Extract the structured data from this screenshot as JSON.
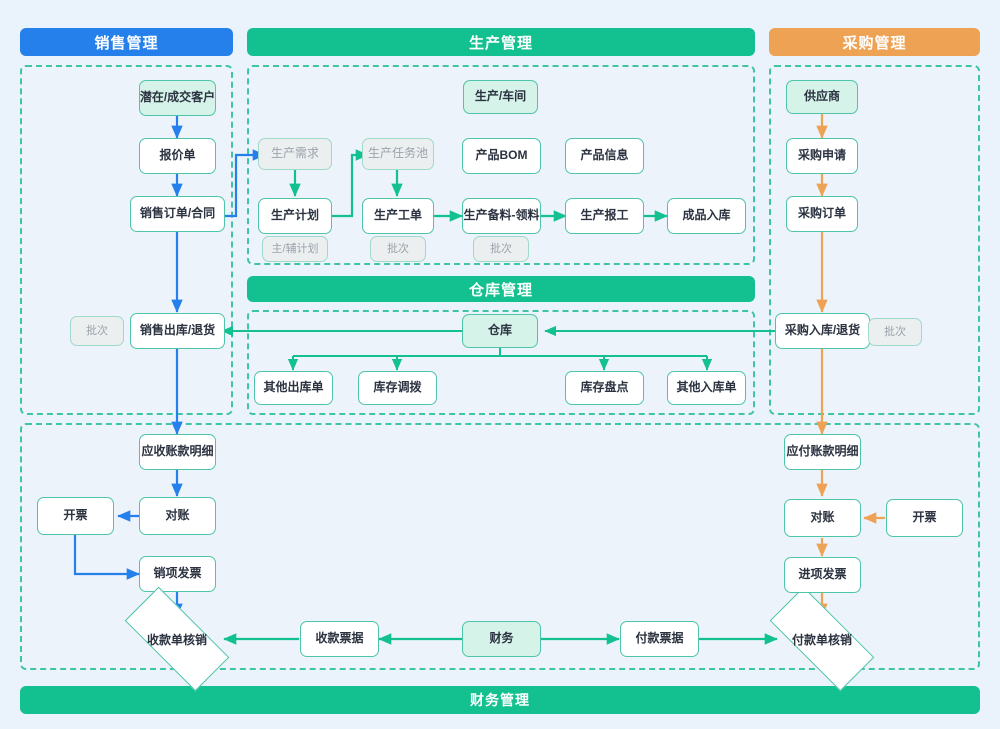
{
  "page": {
    "background": "#eaf2fb",
    "title": "ERP 业务流程图"
  },
  "colors": {
    "sales": "#2680eb",
    "production": "#13c08f",
    "purchase": "#eda254",
    "warehouse": "#13c08f",
    "finance": "#13c08f",
    "node_border": "#4ec5a8",
    "zone_border": "#3fc5a4",
    "mint_fill": "#d6f3ea",
    "ghost_fill": "#eceff0",
    "ghost_text": "#9aa3ab"
  },
  "headers": {
    "sales": "销售管理",
    "production": "生产管理",
    "purchase": "采购管理",
    "warehouse": "仓库管理",
    "finance": "财务管理"
  },
  "sales": {
    "nodes": [
      {
        "id": "customer",
        "label": "潜在/成交客户"
      },
      {
        "id": "quotation",
        "label": "报价单"
      },
      {
        "id": "sales_order",
        "label": "销售订单/合同"
      },
      {
        "id": "sales_out",
        "label": "销售出库/退货"
      },
      {
        "id": "sales_batch",
        "label": "批次"
      }
    ]
  },
  "production": {
    "nodes": [
      {
        "id": "workshop",
        "label": "生产/车间"
      },
      {
        "id": "prod_demand",
        "label": "生产需求"
      },
      {
        "id": "task_pool",
        "label": "生产任务池"
      },
      {
        "id": "product_bom",
        "label": "产品BOM"
      },
      {
        "id": "product_info",
        "label": "产品信息"
      },
      {
        "id": "prod_plan",
        "label": "生产计划"
      },
      {
        "id": "work_order",
        "label": "生产工单"
      },
      {
        "id": "prep_pick",
        "label": "生产备料-领料"
      },
      {
        "id": "prod_report",
        "label": "生产报工"
      },
      {
        "id": "finished_in",
        "label": "成品入库"
      },
      {
        "id": "plan_sub",
        "label": "主/辅计划"
      },
      {
        "id": "wo_batch",
        "label": "批次"
      },
      {
        "id": "prep_batch",
        "label": "批次"
      }
    ]
  },
  "purchase": {
    "nodes": [
      {
        "id": "supplier",
        "label": "供应商"
      },
      {
        "id": "pur_request",
        "label": "采购申请"
      },
      {
        "id": "pur_order",
        "label": "采购订单"
      },
      {
        "id": "pur_in",
        "label": "采购入库/退货"
      },
      {
        "id": "pur_batch",
        "label": "批次"
      }
    ]
  },
  "warehouse": {
    "nodes": [
      {
        "id": "warehouse",
        "label": "仓库"
      },
      {
        "id": "other_out",
        "label": "其他出库单"
      },
      {
        "id": "transfer",
        "label": "库存调拨"
      },
      {
        "id": "stocktake",
        "label": "库存盘点"
      },
      {
        "id": "other_in",
        "label": "其他入库单"
      }
    ]
  },
  "finance": {
    "nodes": [
      {
        "id": "ar_detail",
        "label": "应收账款明细"
      },
      {
        "id": "ar_recon",
        "label": "对账"
      },
      {
        "id": "ar_invoice_btn",
        "label": "开票"
      },
      {
        "id": "output_invoice",
        "label": "销项发票"
      },
      {
        "id": "recv_writeoff",
        "label": "收款单核销"
      },
      {
        "id": "recv_bill",
        "label": "收款票据"
      },
      {
        "id": "finance_hub",
        "label": "财务"
      },
      {
        "id": "pay_bill",
        "label": "付款票据"
      },
      {
        "id": "pay_writeoff",
        "label": "付款单核销"
      },
      {
        "id": "ap_detail",
        "label": "应付账款明细"
      },
      {
        "id": "ap_recon",
        "label": "对账"
      },
      {
        "id": "ap_invoice_btn",
        "label": "开票"
      },
      {
        "id": "input_invoice",
        "label": "进项发票"
      }
    ]
  },
  "chart_data": {
    "type": "diagram",
    "title": "ERP 业务流程图",
    "flows": [
      {
        "from": "潜在/成交客户",
        "to": "报价单",
        "color": "#2680eb"
      },
      {
        "from": "报价单",
        "to": "销售订单/合同",
        "color": "#2680eb"
      },
      {
        "from": "销售订单/合同",
        "to": "生产需求",
        "color": "#2680eb"
      },
      {
        "from": "销售订单/合同",
        "to": "销售出库/退货",
        "color": "#2680eb"
      },
      {
        "from": "销售出库/退货",
        "to": "应收账款明细",
        "color": "#2680eb"
      },
      {
        "from": "生产需求",
        "to": "生产计划",
        "color": "#13c08f"
      },
      {
        "from": "生产计划",
        "to": "生产任务池",
        "color": "#13c08f"
      },
      {
        "from": "生产任务池",
        "to": "生产工单",
        "color": "#13c08f"
      },
      {
        "from": "生产工单",
        "to": "生产备料-领料",
        "color": "#13c08f"
      },
      {
        "from": "生产备料-领料",
        "to": "生产报工",
        "color": "#13c08f"
      },
      {
        "from": "生产报工",
        "to": "成品入库",
        "color": "#13c08f"
      },
      {
        "from": "供应商",
        "to": "采购申请",
        "color": "#eda254"
      },
      {
        "from": "采购申请",
        "to": "采购订单",
        "color": "#eda254"
      },
      {
        "from": "采购订单",
        "to": "采购入库/退货",
        "color": "#eda254"
      },
      {
        "from": "采购入库/退货",
        "to": "应付账款明细",
        "color": "#eda254"
      },
      {
        "from": "仓库",
        "to": "销售出库/退货",
        "color": "#13c08f"
      },
      {
        "from": "采购入库/退货",
        "to": "仓库",
        "color": "#13c08f"
      },
      {
        "from": "仓库",
        "to": "其他出库单",
        "color": "#13c08f"
      },
      {
        "from": "仓库",
        "to": "库存调拨",
        "color": "#13c08f"
      },
      {
        "from": "仓库",
        "to": "库存盘点",
        "color": "#13c08f"
      },
      {
        "from": "仓库",
        "to": "其他入库单",
        "color": "#13c08f"
      },
      {
        "from": "应收账款明细",
        "to": "对账",
        "color": "#2680eb"
      },
      {
        "from": "对账",
        "to": "开票",
        "color": "#2680eb"
      },
      {
        "from": "开票",
        "to": "销项发票",
        "color": "#2680eb"
      },
      {
        "from": "销项发票",
        "to": "收款单核销",
        "color": "#2680eb"
      },
      {
        "from": "收款票据",
        "to": "收款单核销",
        "color": "#13c08f"
      },
      {
        "from": "财务",
        "to": "收款票据",
        "color": "#13c08f"
      },
      {
        "from": "财务",
        "to": "付款票据",
        "color": "#13c08f"
      },
      {
        "from": "付款票据",
        "to": "付款单核销",
        "color": "#13c08f"
      },
      {
        "from": "应付账款明细",
        "to": "对账",
        "color": "#eda254"
      },
      {
        "from": "开票",
        "to": "对账",
        "color": "#eda254"
      },
      {
        "from": "对账",
        "to": "进项发票",
        "color": "#eda254"
      },
      {
        "from": "进项发票",
        "to": "付款单核销",
        "color": "#eda254"
      }
    ]
  }
}
